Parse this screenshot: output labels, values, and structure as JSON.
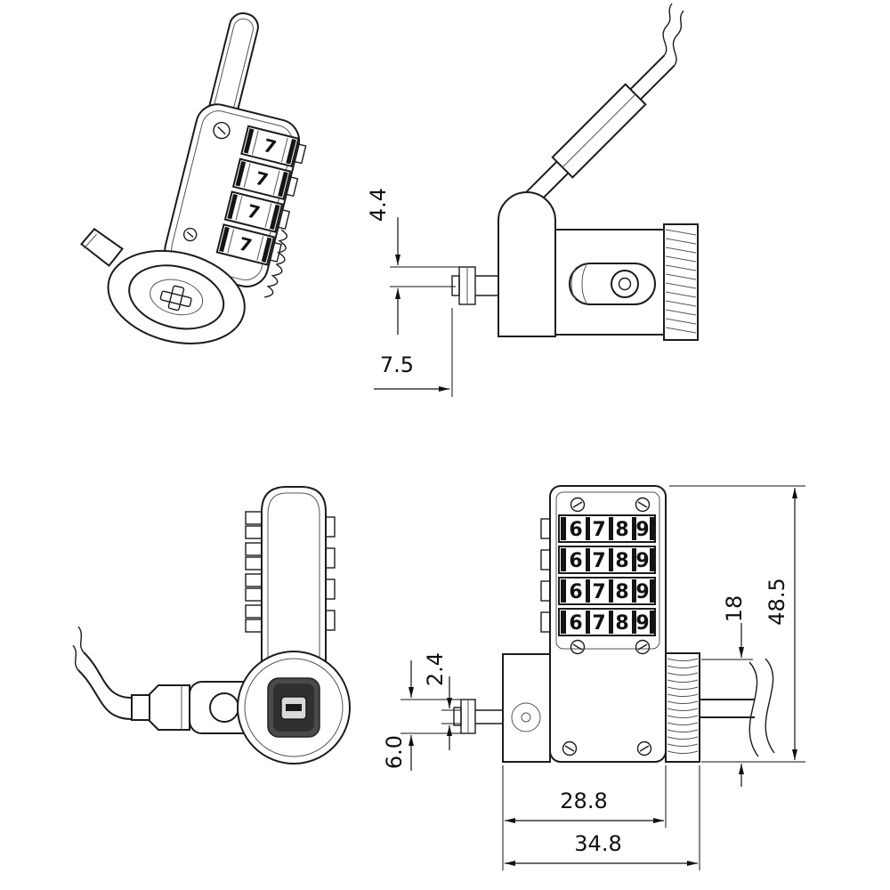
{
  "views": {
    "top_right": {
      "dims": {
        "pin_height": "4.4",
        "pin_offset": "7.5"
      }
    },
    "bottom_right": {
      "dims": {
        "pin_tip": "2.4",
        "pin_length": "6.0",
        "knurl_height": "18",
        "overall_height": "48.5",
        "body_width": "28.8",
        "overall_width": "34.8"
      },
      "dial_digits": [
        "6",
        "7",
        "8",
        "9"
      ]
    },
    "iso": {
      "dial_digit": "7"
    }
  },
  "colors": {
    "line": "#1c1c1c",
    "plate_dark": "#4a4a4a",
    "plate_inner": "#303030"
  }
}
